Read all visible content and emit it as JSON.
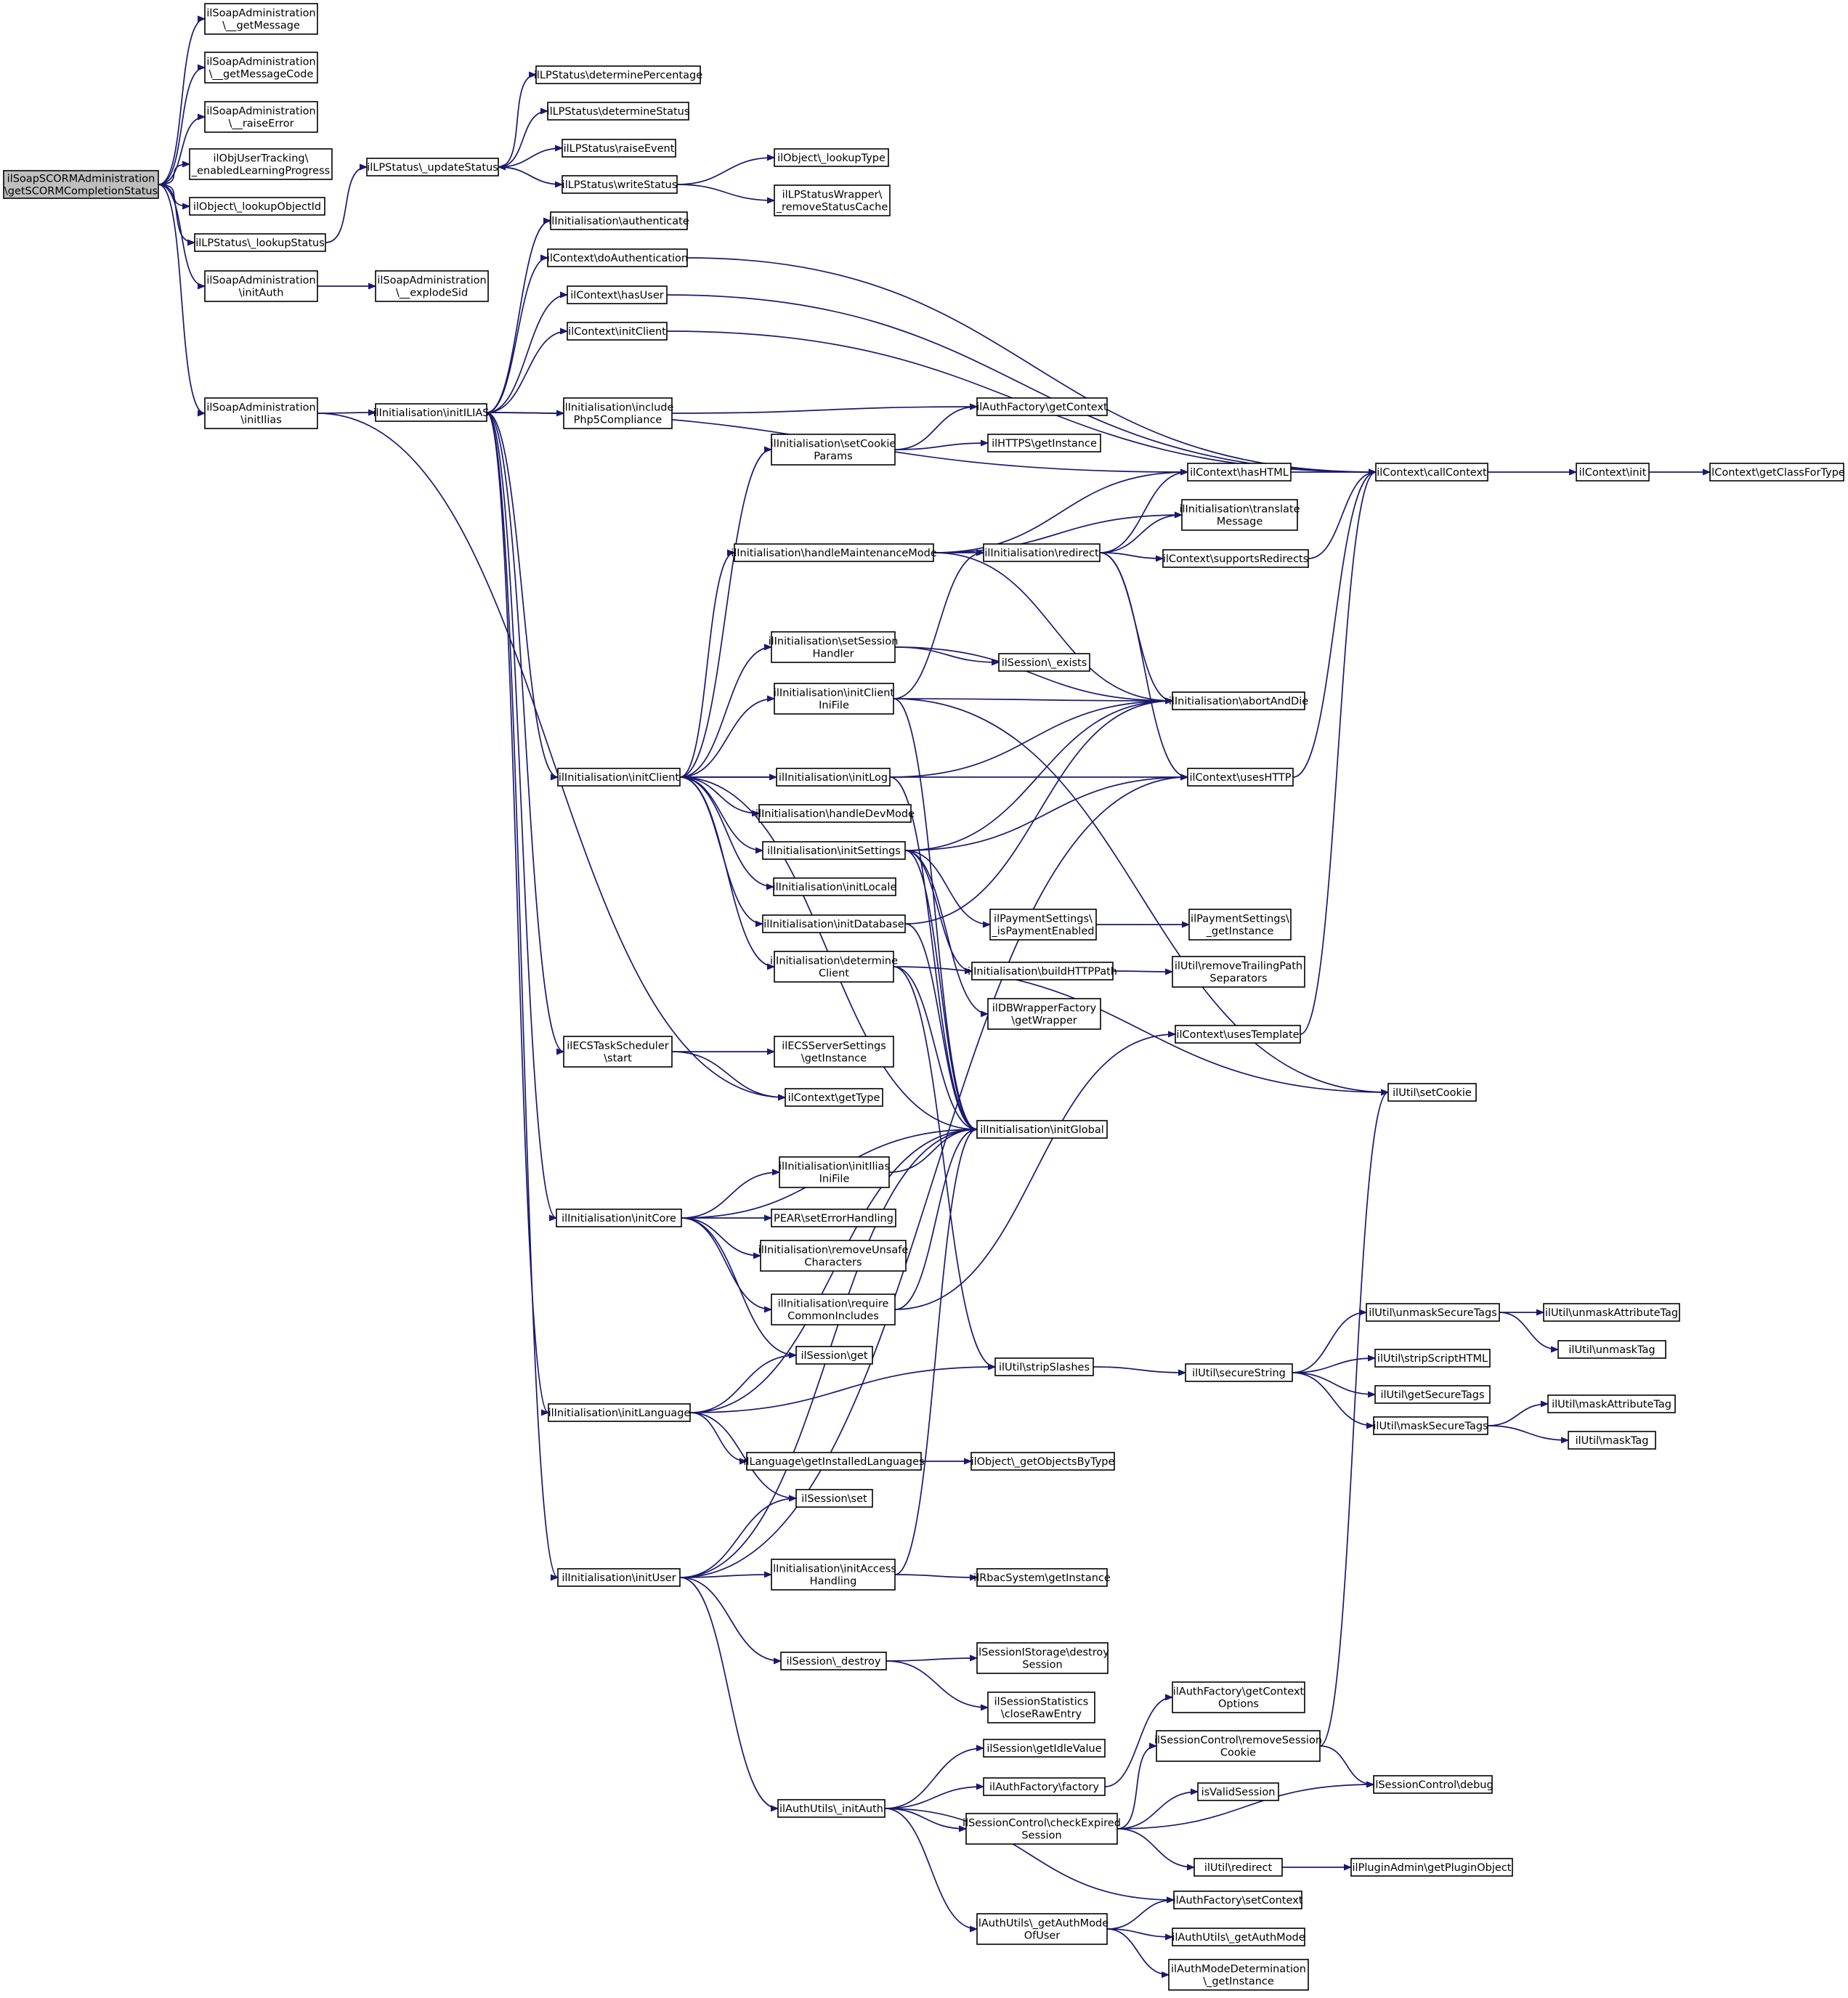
{
  "graph": {
    "title": "",
    "root": "n0",
    "nodes": [
      {
        "id": "n0",
        "lines": [
          "ilSoapSCORMAdministration",
          "\\getSCORMCompletionStatus"
        ],
        "root": true
      },
      {
        "id": "n1",
        "lines": [
          "ilSoapAdministration",
          "\\__getMessage"
        ]
      },
      {
        "id": "n2",
        "lines": [
          "ilSoapAdministration",
          "\\__getMessageCode"
        ]
      },
      {
        "id": "n3",
        "lines": [
          "ilSoapAdministration",
          "\\__raiseError"
        ]
      },
      {
        "id": "n4",
        "lines": [
          "ilObjUserTracking\\",
          "_enabledLearningProgress"
        ]
      },
      {
        "id": "n5",
        "lines": [
          "ilObject\\_lookupObjectId"
        ]
      },
      {
        "id": "n6",
        "lines": [
          "ilLPStatus\\_lookupStatus"
        ]
      },
      {
        "id": "n7",
        "lines": [
          "ilSoapAdministration",
          "\\initAuth"
        ]
      },
      {
        "id": "n8",
        "lines": [
          "ilSoapAdministration",
          "\\initIlias"
        ]
      },
      {
        "id": "n9",
        "lines": [
          "ilLPStatus\\_updateStatus"
        ]
      },
      {
        "id": "n10",
        "lines": [
          "ilSoapAdministration",
          "\\__explodeSid"
        ]
      },
      {
        "id": "n11",
        "lines": [
          "ilInitialisation\\initILIAS"
        ]
      },
      {
        "id": "n12",
        "lines": [
          "ilLPStatus\\determinePercentage"
        ]
      },
      {
        "id": "n13",
        "lines": [
          "ilLPStatus\\determineStatus"
        ]
      },
      {
        "id": "n14",
        "lines": [
          "ilLPStatus\\raiseEvent"
        ]
      },
      {
        "id": "n15",
        "lines": [
          "ilLPStatus\\writeStatus"
        ]
      },
      {
        "id": "n16",
        "lines": [
          "ilObject\\_lookupType"
        ]
      },
      {
        "id": "n17",
        "lines": [
          "ilLPStatusWrapper\\",
          "_removeStatusCache"
        ]
      },
      {
        "id": "n18",
        "lines": [
          "ilInitialisation\\authenticate"
        ]
      },
      {
        "id": "n19",
        "lines": [
          "ilContext\\doAuthentication"
        ]
      },
      {
        "id": "n20",
        "lines": [
          "ilContext\\hasUser"
        ]
      },
      {
        "id": "n21",
        "lines": [
          "ilContext\\initClient"
        ]
      },
      {
        "id": "n22",
        "lines": [
          "ilInitialisation\\include",
          "Php5Compliance"
        ]
      },
      {
        "id": "n23",
        "lines": [
          "ilAuthFactory\\getContext"
        ]
      },
      {
        "id": "n24",
        "lines": [
          "ilInitialisation\\setCookie",
          "Params"
        ]
      },
      {
        "id": "n25",
        "lines": [
          "ilHTTPS\\getInstance"
        ]
      },
      {
        "id": "n26",
        "lines": [
          "ilContext\\hasHTML"
        ]
      },
      {
        "id": "n27",
        "lines": [
          "ilContext\\callContext"
        ]
      },
      {
        "id": "n28",
        "lines": [
          "ilContext\\init"
        ]
      },
      {
        "id": "n29",
        "lines": [
          "ilContext\\getClassForType"
        ]
      },
      {
        "id": "n30",
        "lines": [
          "ilInitialisation\\translate",
          "Message"
        ]
      },
      {
        "id": "n31",
        "lines": [
          "ilInitialisation\\handleMaintenanceMode"
        ]
      },
      {
        "id": "n32",
        "lines": [
          "ilInitialisation\\redirect"
        ]
      },
      {
        "id": "n33",
        "lines": [
          "ilContext\\supportsRedirects"
        ]
      },
      {
        "id": "n34",
        "lines": [
          "ilInitialisation\\setSession",
          "Handler"
        ]
      },
      {
        "id": "n35",
        "lines": [
          "ilSession\\_exists"
        ]
      },
      {
        "id": "n36",
        "lines": [
          "ilInitialisation\\initClient",
          "IniFile"
        ]
      },
      {
        "id": "n37",
        "lines": [
          "ilInitialisation\\abortAndDie"
        ]
      },
      {
        "id": "n38",
        "lines": [
          "ilInitialisation\\initClient"
        ]
      },
      {
        "id": "n39",
        "lines": [
          "ilInitialisation\\initLog"
        ]
      },
      {
        "id": "n40",
        "lines": [
          "ilContext\\usesHTTP"
        ]
      },
      {
        "id": "n41",
        "lines": [
          "ilInitialisation\\handleDevMode"
        ]
      },
      {
        "id": "n42",
        "lines": [
          "ilInitialisation\\initSettings"
        ]
      },
      {
        "id": "n43",
        "lines": [
          "ilInitialisation\\initLocale"
        ]
      },
      {
        "id": "n44",
        "lines": [
          "ilPaymentSettings\\",
          "_isPaymentEnabled"
        ]
      },
      {
        "id": "n45",
        "lines": [
          "ilPaymentSettings\\",
          "_getInstance"
        ]
      },
      {
        "id": "n46",
        "lines": [
          "ilInitialisation\\initDatabase"
        ]
      },
      {
        "id": "n47",
        "lines": [
          "ilInitialisation\\buildHTTPPath"
        ]
      },
      {
        "id": "n48",
        "lines": [
          "ilUtil\\removeTrailingPath",
          "Separators"
        ]
      },
      {
        "id": "n49",
        "lines": [
          "ilInitialisation\\determine",
          "Client"
        ]
      },
      {
        "id": "n50",
        "lines": [
          "ilDBWrapperFactory",
          "\\getWrapper"
        ]
      },
      {
        "id": "n51",
        "lines": [
          "ilContext\\usesTemplate"
        ]
      },
      {
        "id": "n52",
        "lines": [
          "ilECSTaskScheduler",
          "\\start"
        ]
      },
      {
        "id": "n53",
        "lines": [
          "ilECSServerSettings",
          "\\getInstance"
        ]
      },
      {
        "id": "n54",
        "lines": [
          "ilUtil\\setCookie"
        ]
      },
      {
        "id": "n55",
        "lines": [
          "ilContext\\getType"
        ]
      },
      {
        "id": "n56",
        "lines": [
          "ilInitialisation\\initGlobal"
        ]
      },
      {
        "id": "n57",
        "lines": [
          "ilInitialisation\\initIlias",
          "IniFile"
        ]
      },
      {
        "id": "n58",
        "lines": [
          "ilInitialisation\\initCore"
        ]
      },
      {
        "id": "n59",
        "lines": [
          "PEAR\\setErrorHandling"
        ]
      },
      {
        "id": "n60",
        "lines": [
          "ilInitialisation\\removeUnsafe",
          "Characters"
        ]
      },
      {
        "id": "n61",
        "lines": [
          "ilInitialisation\\require",
          "CommonIncludes"
        ]
      },
      {
        "id": "n62",
        "lines": [
          "ilUtil\\unmaskSecureTags"
        ]
      },
      {
        "id": "n63",
        "lines": [
          "ilUtil\\unmaskAttributeTag"
        ]
      },
      {
        "id": "n64",
        "lines": [
          "ilUtil\\unmaskTag"
        ]
      },
      {
        "id": "n65",
        "lines": [
          "ilSession\\get"
        ]
      },
      {
        "id": "n66",
        "lines": [
          "ilUtil\\stripScriptHTML"
        ]
      },
      {
        "id": "n67",
        "lines": [
          "ilUtil\\stripSlashes"
        ]
      },
      {
        "id": "n68",
        "lines": [
          "ilUtil\\secureString"
        ]
      },
      {
        "id": "n69",
        "lines": [
          "ilUtil\\getSecureTags"
        ]
      },
      {
        "id": "n70",
        "lines": [
          "ilUtil\\maskAttributeTag"
        ]
      },
      {
        "id": "n71",
        "lines": [
          "ilInitialisation\\initLanguage"
        ]
      },
      {
        "id": "n72",
        "lines": [
          "ilUtil\\maskSecureTags"
        ]
      },
      {
        "id": "n73",
        "lines": [
          "ilUtil\\maskTag"
        ]
      },
      {
        "id": "n74",
        "lines": [
          "ilLanguage\\getInstalledLanguages"
        ]
      },
      {
        "id": "n75",
        "lines": [
          "ilObject\\_getObjectsByType"
        ]
      },
      {
        "id": "n76",
        "lines": [
          "ilSession\\set"
        ]
      },
      {
        "id": "n77",
        "lines": [
          "ilInitialisation\\initUser"
        ]
      },
      {
        "id": "n78",
        "lines": [
          "ilInitialisation\\initAccess",
          "Handling"
        ]
      },
      {
        "id": "n79",
        "lines": [
          "ilRbacSystem\\getInstance"
        ]
      },
      {
        "id": "n80",
        "lines": [
          "ilSession\\_destroy"
        ]
      },
      {
        "id": "n81",
        "lines": [
          "ilSessionIStorage\\destroy",
          "Session"
        ]
      },
      {
        "id": "n82",
        "lines": [
          "ilSessionStatistics",
          "\\closeRawEntry"
        ]
      },
      {
        "id": "n83",
        "lines": [
          "ilAuthFactory\\getContext",
          "Options"
        ]
      },
      {
        "id": "n84",
        "lines": [
          "ilSession\\getIdleValue"
        ]
      },
      {
        "id": "n85",
        "lines": [
          "ilSessionControl\\removeSession",
          "Cookie"
        ]
      },
      {
        "id": "n86",
        "lines": [
          "ilAuthFactory\\factory"
        ]
      },
      {
        "id": "n87",
        "lines": [
          "ilSessionControl\\debug"
        ]
      },
      {
        "id": "n88",
        "lines": [
          "isValidSession"
        ]
      },
      {
        "id": "n89",
        "lines": [
          "ilAuthUtils\\_initAuth"
        ]
      },
      {
        "id": "n90",
        "lines": [
          "ilSessionControl\\checkExpired",
          "Session"
        ]
      },
      {
        "id": "n91",
        "lines": [
          "ilUtil\\redirect"
        ]
      },
      {
        "id": "n92",
        "lines": [
          "ilPluginAdmin\\getPluginObject"
        ]
      },
      {
        "id": "n93",
        "lines": [
          "ilAuthFactory\\setContext"
        ]
      },
      {
        "id": "n94",
        "lines": [
          "ilAuthUtils\\_getAuthMode",
          "OfUser"
        ]
      },
      {
        "id": "n95",
        "lines": [
          "ilAuthUtils\\_getAuthMode"
        ]
      },
      {
        "id": "n96",
        "lines": [
          "ilAuthModeDetermination",
          "\\_getInstance"
        ]
      }
    ],
    "edges": [
      [
        "n0",
        "n1"
      ],
      [
        "n0",
        "n2"
      ],
      [
        "n0",
        "n3"
      ],
      [
        "n0",
        "n4"
      ],
      [
        "n0",
        "n5"
      ],
      [
        "n0",
        "n6"
      ],
      [
        "n0",
        "n7"
      ],
      [
        "n0",
        "n8"
      ],
      [
        "n6",
        "n9"
      ],
      [
        "n7",
        "n10"
      ],
      [
        "n8",
        "n11"
      ],
      [
        "n8",
        "n55"
      ],
      [
        "n9",
        "n12"
      ],
      [
        "n9",
        "n13"
      ],
      [
        "n9",
        "n14"
      ],
      [
        "n9",
        "n15"
      ],
      [
        "n15",
        "n9"
      ],
      [
        "n15",
        "n16"
      ],
      [
        "n15",
        "n17"
      ],
      [
        "n11",
        "n18"
      ],
      [
        "n11",
        "n19"
      ],
      [
        "n11",
        "n20"
      ],
      [
        "n11",
        "n21"
      ],
      [
        "n11",
        "n26"
      ],
      [
        "n11",
        "n22"
      ],
      [
        "n11",
        "n38"
      ],
      [
        "n11",
        "n52"
      ],
      [
        "n11",
        "n58"
      ],
      [
        "n11",
        "n71"
      ],
      [
        "n11",
        "n77"
      ],
      [
        "n19",
        "n27"
      ],
      [
        "n20",
        "n27"
      ],
      [
        "n21",
        "n27"
      ],
      [
        "n22",
        "n23"
      ],
      [
        "n24",
        "n23"
      ],
      [
        "n24",
        "n25"
      ],
      [
        "n26",
        "n27"
      ],
      [
        "n27",
        "n28"
      ],
      [
        "n28",
        "n29"
      ],
      [
        "n31",
        "n26"
      ],
      [
        "n31",
        "n30"
      ],
      [
        "n31",
        "n32"
      ],
      [
        "n31",
        "n37"
      ],
      [
        "n32",
        "n26"
      ],
      [
        "n32",
        "n30"
      ],
      [
        "n32",
        "n33"
      ],
      [
        "n32",
        "n37"
      ],
      [
        "n32",
        "n40"
      ],
      [
        "n33",
        "n27"
      ],
      [
        "n34",
        "n35"
      ],
      [
        "n34",
        "n37"
      ],
      [
        "n36",
        "n32"
      ],
      [
        "n36",
        "n37"
      ],
      [
        "n36",
        "n54"
      ],
      [
        "n36",
        "n56"
      ],
      [
        "n38",
        "n24"
      ],
      [
        "n38",
        "n31"
      ],
      [
        "n38",
        "n34"
      ],
      [
        "n38",
        "n36"
      ],
      [
        "n38",
        "n39"
      ],
      [
        "n38",
        "n40"
      ],
      [
        "n38",
        "n41"
      ],
      [
        "n38",
        "n42"
      ],
      [
        "n38",
        "n43"
      ],
      [
        "n38",
        "n46"
      ],
      [
        "n38",
        "n49"
      ],
      [
        "n38",
        "n56"
      ],
      [
        "n39",
        "n37"
      ],
      [
        "n39",
        "n56"
      ],
      [
        "n40",
        "n27"
      ],
      [
        "n42",
        "n37"
      ],
      [
        "n42",
        "n40"
      ],
      [
        "n42",
        "n44"
      ],
      [
        "n42",
        "n47"
      ],
      [
        "n42",
        "n50"
      ],
      [
        "n42",
        "n56"
      ],
      [
        "n44",
        "n45"
      ],
      [
        "n47",
        "n48"
      ],
      [
        "n46",
        "n37"
      ],
      [
        "n46",
        "n56"
      ],
      [
        "n49",
        "n54"
      ],
      [
        "n49",
        "n56"
      ],
      [
        "n49",
        "n67"
      ],
      [
        "n51",
        "n27"
      ],
      [
        "n52",
        "n53"
      ],
      [
        "n52",
        "n55"
      ],
      [
        "n58",
        "n56"
      ],
      [
        "n58",
        "n57"
      ],
      [
        "n58",
        "n59"
      ],
      [
        "n58",
        "n60"
      ],
      [
        "n58",
        "n61"
      ],
      [
        "n58",
        "n65"
      ],
      [
        "n57",
        "n56"
      ],
      [
        "n61",
        "n56"
      ],
      [
        "n61",
        "n51"
      ],
      [
        "n71",
        "n65"
      ],
      [
        "n71",
        "n56"
      ],
      [
        "n71",
        "n67"
      ],
      [
        "n71",
        "n74"
      ],
      [
        "n71",
        "n76"
      ],
      [
        "n67",
        "n68"
      ],
      [
        "n68",
        "n62"
      ],
      [
        "n68",
        "n66"
      ],
      [
        "n68",
        "n69"
      ],
      [
        "n68",
        "n72"
      ],
      [
        "n62",
        "n63"
      ],
      [
        "n62",
        "n64"
      ],
      [
        "n72",
        "n70"
      ],
      [
        "n72",
        "n73"
      ],
      [
        "n74",
        "n75"
      ],
      [
        "n77",
        "n76"
      ],
      [
        "n77",
        "n56"
      ],
      [
        "n77",
        "n78"
      ],
      [
        "n77",
        "n40"
      ],
      [
        "n77",
        "n80"
      ],
      [
        "n77",
        "n89"
      ],
      [
        "n78",
        "n56"
      ],
      [
        "n78",
        "n79"
      ],
      [
        "n80",
        "n81"
      ],
      [
        "n80",
        "n82"
      ],
      [
        "n89",
        "n84"
      ],
      [
        "n89",
        "n86"
      ],
      [
        "n89",
        "n90"
      ],
      [
        "n89",
        "n93"
      ],
      [
        "n89",
        "n94"
      ],
      [
        "n86",
        "n83"
      ],
      [
        "n85",
        "n54"
      ],
      [
        "n85",
        "n87"
      ],
      [
        "n90",
        "n85"
      ],
      [
        "n90",
        "n88"
      ],
      [
        "n90",
        "n87"
      ],
      [
        "n90",
        "n91"
      ],
      [
        "n91",
        "n92"
      ],
      [
        "n94",
        "n93"
      ],
      [
        "n94",
        "n95"
      ],
      [
        "n94",
        "n96"
      ]
    ]
  }
}
